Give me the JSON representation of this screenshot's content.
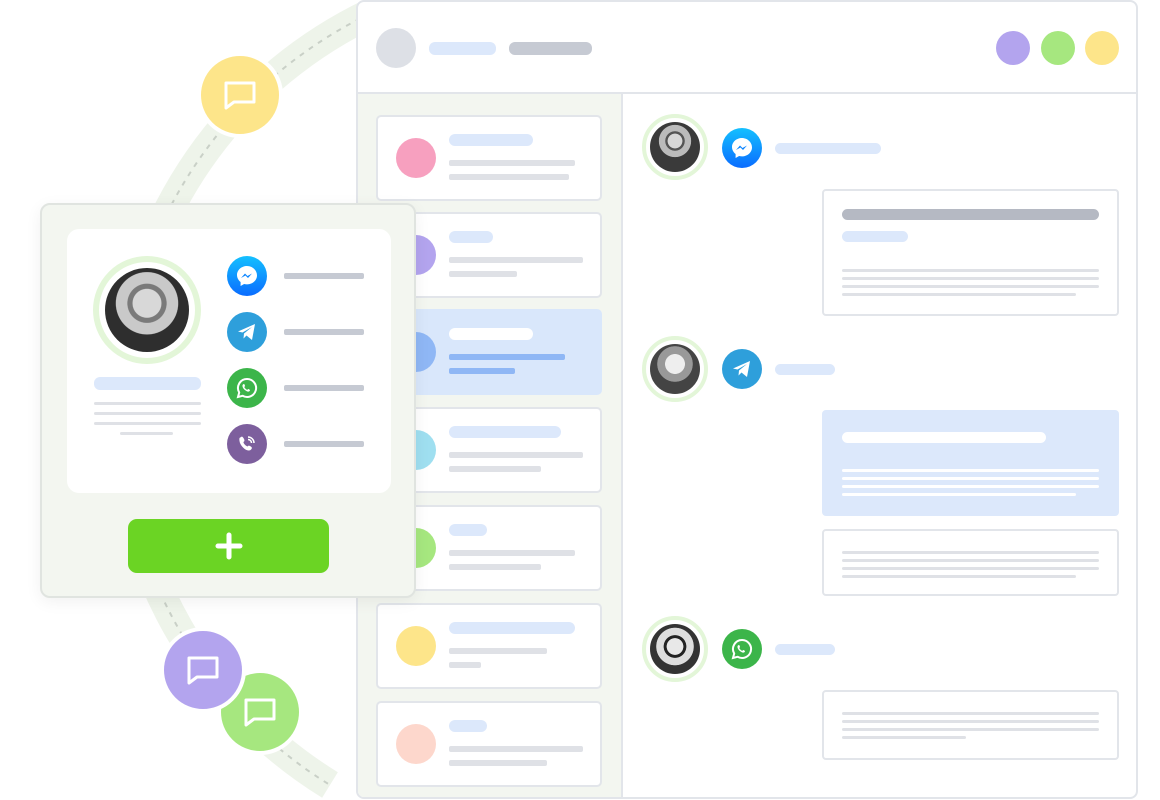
{
  "colors": {
    "accent_green": "#6bd424",
    "highlight_blue": "#d9e7fb",
    "window_dots": [
      "#b3a4ee",
      "#a6e77f",
      "#fde58a"
    ],
    "contact_avatars": [
      "#f7a0bf",
      "#b3a4ee",
      "#8fb7f5",
      "#9fdff0",
      "#a6e77f",
      "#fde58a",
      "#fdd7cc"
    ],
    "messenger": "#0a84ff",
    "telegram": "#2e9fdb",
    "whatsapp": "#3cb54a",
    "viber": "#7d5f9d"
  },
  "profile_card": {
    "channels": [
      "messenger-icon",
      "telegram-icon",
      "whatsapp-icon",
      "viber-icon"
    ],
    "add_button_icon": "plus-icon"
  },
  "conversation": {
    "messages": [
      {
        "channel": "messenger-icon",
        "bubble": "white"
      },
      {
        "channel": "telegram-icon",
        "bubble": "blue"
      },
      {
        "channel": "whatsapp-icon",
        "bubble": "white"
      }
    ]
  },
  "floating_bubbles": [
    "chat-icon-yellow",
    "chat-icon-purple",
    "chat-icon-green"
  ]
}
